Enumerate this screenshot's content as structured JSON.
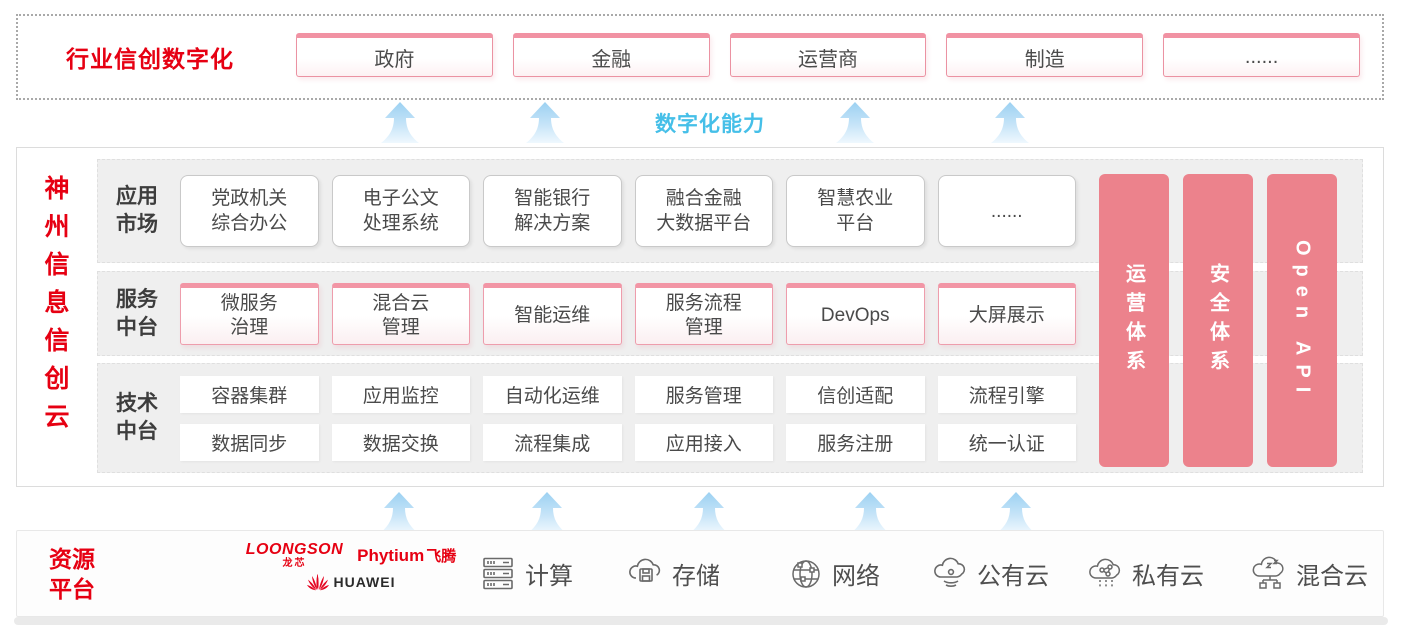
{
  "top_banner": {
    "label": "行业信创数字化",
    "sectors": [
      "政府",
      "金融",
      "运营商",
      "制造",
      "......"
    ]
  },
  "capability_label": "数字化能力",
  "platform": {
    "title": "神州信息信创云",
    "rows": [
      {
        "label": "应用\n市场",
        "items": [
          "党政机关\n综合办公",
          "电子公文\n处理系统",
          "智能银行\n解决方案",
          "融合金融\n大数据平台",
          "智慧农业\n平台",
          "......"
        ]
      },
      {
        "label": "服务\n中台",
        "items": [
          "微服务\n治理",
          "混合云\n管理",
          "智能运维",
          "服务流程\n管理",
          "DevOps",
          "大屏展示"
        ]
      },
      {
        "label": "技术\n中台",
        "items": [
          "容器集群",
          "应用监控",
          "自动化运维",
          "服务管理",
          "信创适配",
          "流程引擎",
          "数据同步",
          "数据交换",
          "流程集成",
          "应用接入",
          "服务注册",
          "统一认证"
        ]
      }
    ],
    "pillars": [
      "运营体系",
      "安全体系",
      "Open API"
    ]
  },
  "resources": {
    "label": "资源\n平台",
    "vendors": {
      "loongson_en": "LOONGSON",
      "loongson_cn": "龙芯",
      "phytium_en": "Phytium",
      "phytium_cn": "飞腾",
      "huawei_en": "HUAWEI"
    },
    "items": [
      {
        "icon": "compute-icon",
        "label": "计算"
      },
      {
        "icon": "storage-icon",
        "label": "存储"
      },
      {
        "icon": "network-icon",
        "label": "网络"
      },
      {
        "icon": "public-cloud-icon",
        "label": "公有云"
      },
      {
        "icon": "private-cloud-icon",
        "label": "私有云"
      },
      {
        "icon": "hybrid-cloud-icon",
        "label": "混合云"
      }
    ]
  },
  "colors": {
    "brand_red": "#e60012",
    "pillar_pink": "#ec828c",
    "capability_blue": "#45bfe8",
    "layer_gray": "#efefef"
  }
}
